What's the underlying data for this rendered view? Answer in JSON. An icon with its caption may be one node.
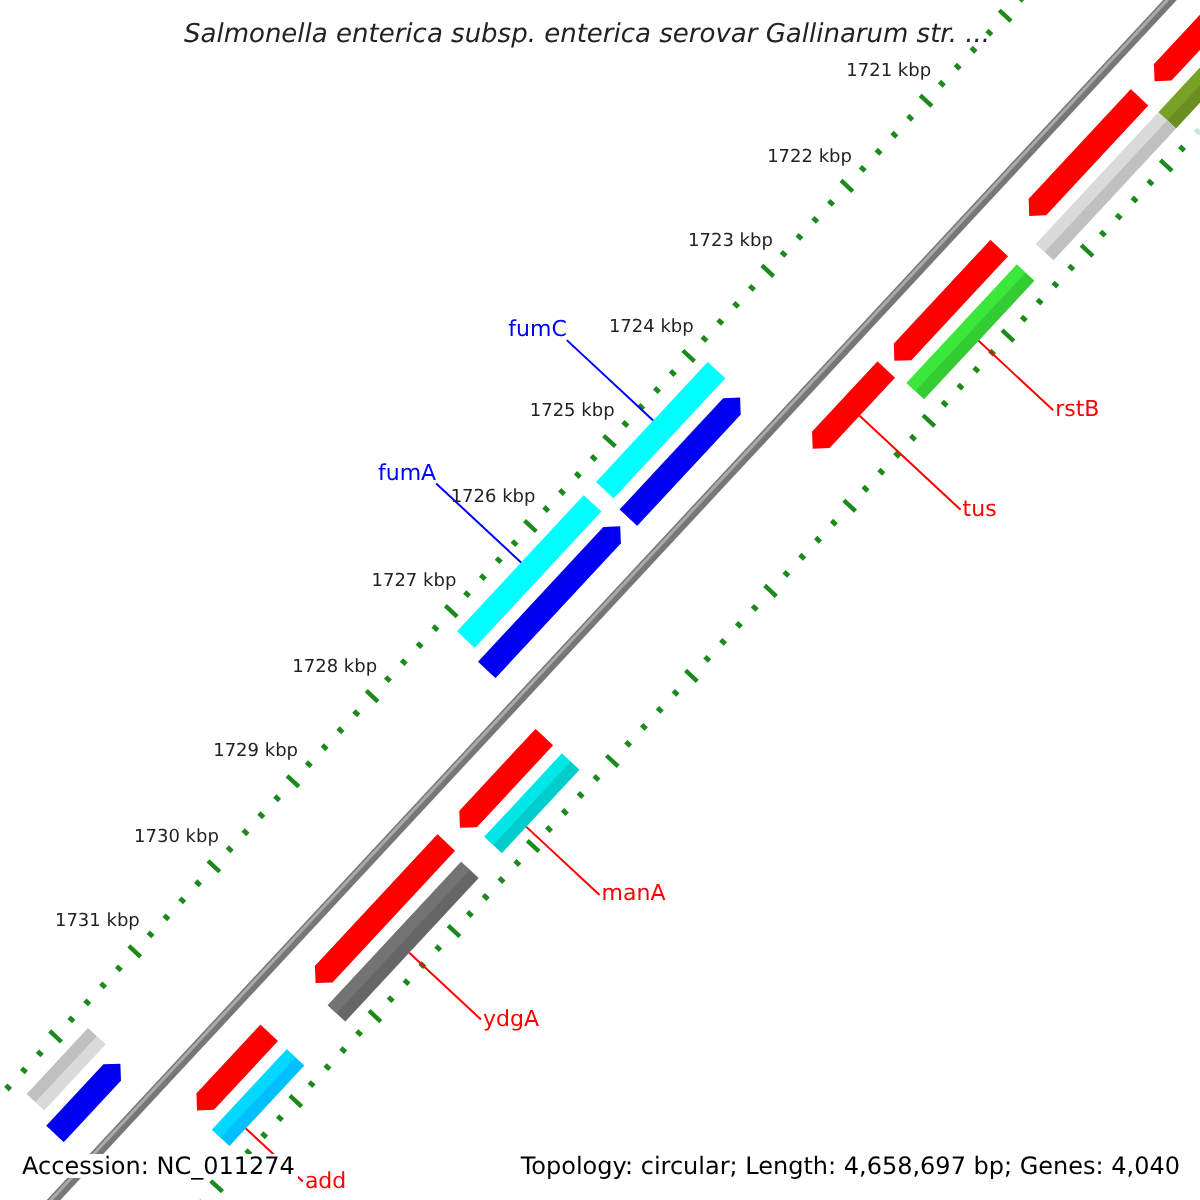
{
  "diagram": {
    "title": "Salmonella enterica subsp. enterica serovar Gallinarum str. ...",
    "nodes": [
      {
        "text": [],
        "shape": "pentagon"
      },
      {
        "text": [],
        "shape": "bar"
      },
      {
        "text": [],
        "shape": "pentagon"
      },
      {
        "text": [],
        "shape": "bar"
      },
      {
        "text": [],
        "shape": "pentagon"
      },
      {
        "text": [],
        "shape": "bar"
      },
      {
        "text": [],
        "shape": "pentagon"
      },
      {
        "text": [],
        "shape": "bar"
      },
      {
        "text": [],
        "shape": "pentagon"
      },
      {
        "text": [],
        "shape": "bar"
      },
      {
        "text": [],
        "shape": "pentagon"
      },
      {
        "text": [],
        "shape": "pentagon"
      },
      {
        "text": [],
        "shape": "bar"
      },
      {
        "text": [],
        "shape": "pentagon"
      },
      {
        "text": [],
        "shape": "bar"
      },
      {
        "text": [],
        "shape": "pentagon"
      },
      {
        "text": [],
        "shape": "bar"
      },
      {
        "text": [],
        "shape": "bar"
      },
      {
        "text": [],
        "shape": "pentagon"
      },
      {
        "text": [
          "fumC"
        ]
      },
      {
        "text": [
          "rstB"
        ]
      },
      {
        "text": [
          "fumA"
        ]
      },
      {
        "text": [
          "tus"
        ]
      },
      {
        "text": [
          "manA"
        ]
      },
      {
        "text": [
          "ydgA"
        ]
      },
      {
        "text": [
          "add"
        ]
      }
    ],
    "edges": [
      {
        "from": 19,
        "to": 7,
        "arrow": "none",
        "color": "#0000ff"
      },
      {
        "from": 20,
        "to": 5,
        "arrow": "none"
      },
      {
        "from": 21,
        "to": 9,
        "arrow": "none",
        "color": "#0000ff"
      },
      {
        "from": 22,
        "to": 6,
        "arrow": "none"
      },
      {
        "from": 23,
        "to": 12,
        "arrow": "none"
      },
      {
        "from": 24,
        "to": 14,
        "arrow": "none"
      },
      {
        "from": 25,
        "to": 16,
        "arrow": "none"
      }
    ],
    "labels": [
      "1721 kbp",
      "1722 kbp",
      "1723 kbp",
      "1724 kbp",
      "1725 kbp",
      "1726 kbp",
      "1727 kbp",
      "1728 kbp",
      "1729 kbp",
      "1730 kbp",
      "1731 kbp",
      "Accession: NC_011274",
      "Topology: circular; Length: 4,658,697 bp; Genes: 4,040"
    ]
  }
}
